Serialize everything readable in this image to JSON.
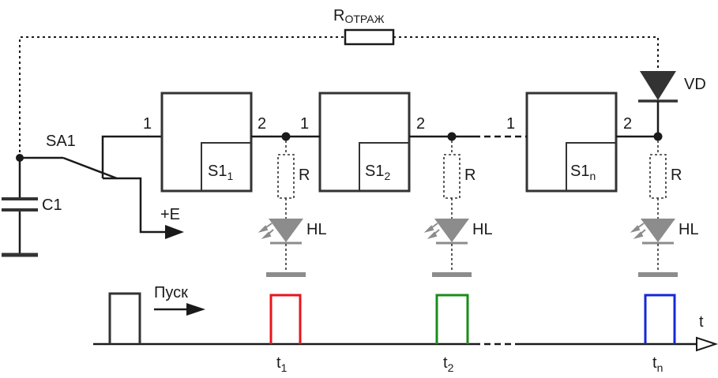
{
  "labels": {
    "r_feedback_main": "R",
    "r_feedback_sub": "ОТРАЖ",
    "diode": "VD",
    "switch": "SA1",
    "capacitor": "C1",
    "supply": "+E",
    "start": "Пуск",
    "time_axis": "t"
  },
  "stages": [
    {
      "name_main": "S1",
      "name_sub": "1",
      "pin_in": "1",
      "pin_out": "2"
    },
    {
      "name_main": "S1",
      "name_sub": "2",
      "pin_in": "1",
      "pin_out": "2"
    },
    {
      "name_main": "S1",
      "name_sub": "n",
      "pin_in": "1",
      "pin_out": "2"
    }
  ],
  "outputs": [
    {
      "resistor": "R",
      "led": "HL",
      "time_main": "t",
      "time_sub": "1",
      "pulse_color": "#e8141c"
    },
    {
      "resistor": "R",
      "led": "HL",
      "time_main": "t",
      "time_sub": "2",
      "pulse_color": "#1a8c1a"
    },
    {
      "resistor": "R",
      "led": "HL",
      "time_main": "t",
      "time_sub": "n",
      "pulse_color": "#1428d8"
    }
  ],
  "colors": {
    "line": "#1a1a1a",
    "led_gray": "#8c8c8c",
    "start_pulse": "#333333"
  }
}
